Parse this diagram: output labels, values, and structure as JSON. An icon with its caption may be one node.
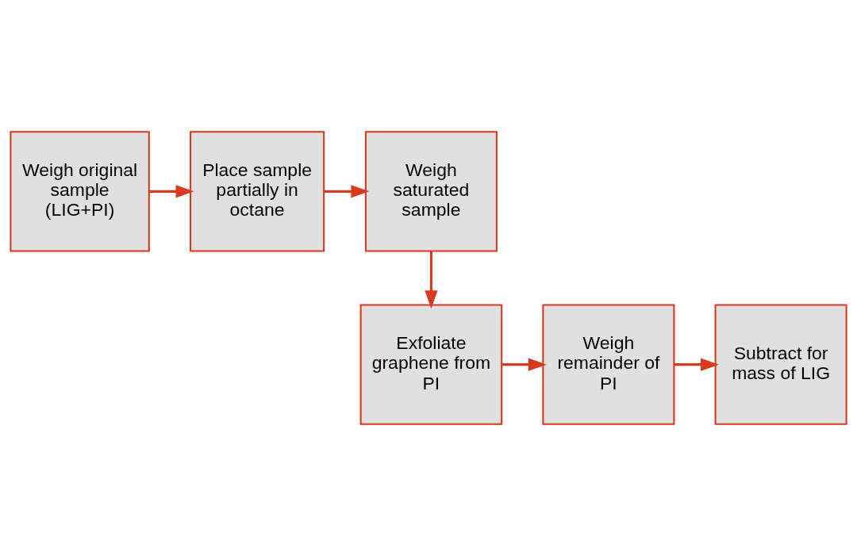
{
  "diagram": {
    "nodes": [
      {
        "text": [
          "Weigh original sample (LIG+PI)"
        ]
      },
      {
        "text": [
          "Place sample partially in octane"
        ]
      },
      {
        "text": [
          "Weigh saturated sample"
        ]
      },
      {
        "text": [
          "Exfoliate graphene from PI"
        ]
      },
      {
        "text": [
          "Weigh remainder of PI"
        ]
      },
      {
        "text": [
          "Subtract for mass of LIG"
        ]
      }
    ],
    "edges": [
      {
        "from": 0,
        "to": 1,
        "arrow": "to"
      },
      {
        "from": 1,
        "to": 2,
        "arrow": "to"
      },
      {
        "from": 2,
        "to": 3,
        "arrow": "to"
      },
      {
        "from": 3,
        "to": 4,
        "arrow": "to"
      },
      {
        "from": 4,
        "to": 5,
        "arrow": "to"
      }
    ]
  }
}
